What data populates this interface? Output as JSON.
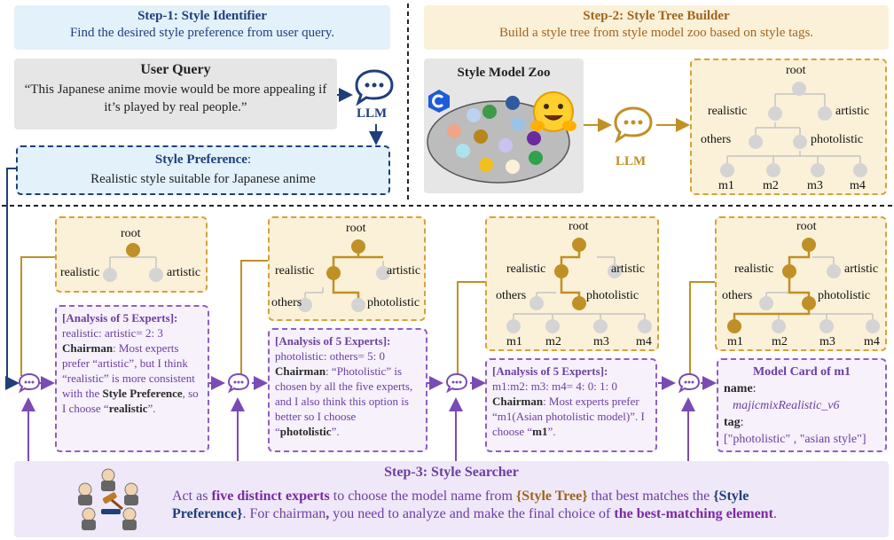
{
  "step1": {
    "title": "Step-1: Style Identifier",
    "subtitle": "Find the desired style preference from user query.",
    "query_title": "User Query",
    "query_text": "“This Japanese anime movie would be more appealing if it’s played by real people.”",
    "llm": "LLM",
    "pref_title": "Style Preference",
    "pref_colon": ":",
    "pref_text": "Realistic style suitable for Japanese anime"
  },
  "step2": {
    "title": "Step-2: Style Tree Builder",
    "subtitle": "Build a style tree from style model zoo based on style tags.",
    "zoo_title": "Style Model Zoo",
    "llm": "LLM",
    "tree": {
      "root": "root",
      "realistic": "realistic",
      "artistic": "artistic",
      "others": "others",
      "photolistic": "photolistic",
      "m1": "m1",
      "m2": "m2",
      "m3": "m3",
      "m4": "m4"
    }
  },
  "step3": {
    "title": "Step-3: Style Searcher",
    "line1_pre": "Act as ",
    "line1_bold": "five distinct experts",
    "line1_mid": " to choose the model name from ",
    "line1_tree": "{Style Tree}",
    "line1_post": " that best matches the ",
    "line1_pref": "{Style",
    "line2_pref": "Preference}",
    "line2_pre": ". For chairman",
    "line2_comma": ",",
    "line2_mid": " you need to analyze and make the final choice of ",
    "line2_bold": "the best-matching element",
    "line2_end": "."
  },
  "panels": [
    {
      "header": "[Analysis of 5 Experts]:",
      "vote": "realistic: artistic= 2: 3",
      "chair": "Chairman",
      "t1": ": Most experts prefer “artistic”, but I think “realistic” is more consistent with the ",
      "b1": "Style Preference",
      "t2": ", so I choose “",
      "b2": "realistic",
      "t3": "”."
    },
    {
      "header": "[Analysis of 5 Experts]:",
      "vote": "photolistic: others= 5: 0",
      "chair": "Chairman",
      "t1": ": “Photolistic” is chosen by all the five experts, and I also think this option is better so I choose “",
      "b1": "photolistic",
      "t2": "”."
    },
    {
      "header": "[Analysis of 5 Experts]:",
      "vote": "m1:m2: m3: m4= 4: 0: 1: 0",
      "chair": "Chairman",
      "t1": ": Most experts prefer “m1(Asian photolistic model)”. I choose “",
      "b1": "m1",
      "t2": "”."
    },
    {
      "header": "Model Card of m1",
      "name_key": "name",
      "name_colon": ":",
      "name_val": "majicmixRealistic_v6",
      "tag_key": "tag",
      "tag_colon": ":",
      "tag_val": "[\"photolistic\" , \"asian style\"]"
    }
  ],
  "colors": {
    "gold": "#c09026",
    "gray_node": "#d4d4d4",
    "purple": "#7b4bb5",
    "navy": "#1f3f7a",
    "tree_bg": "#fbf1d8",
    "step3_bg": "#efe8f8"
  },
  "icons": [
    "chat-bubble-icon",
    "civitai-logo-icon",
    "hugging-face-icon",
    "experts-group-icon",
    "gavel-icon"
  ]
}
